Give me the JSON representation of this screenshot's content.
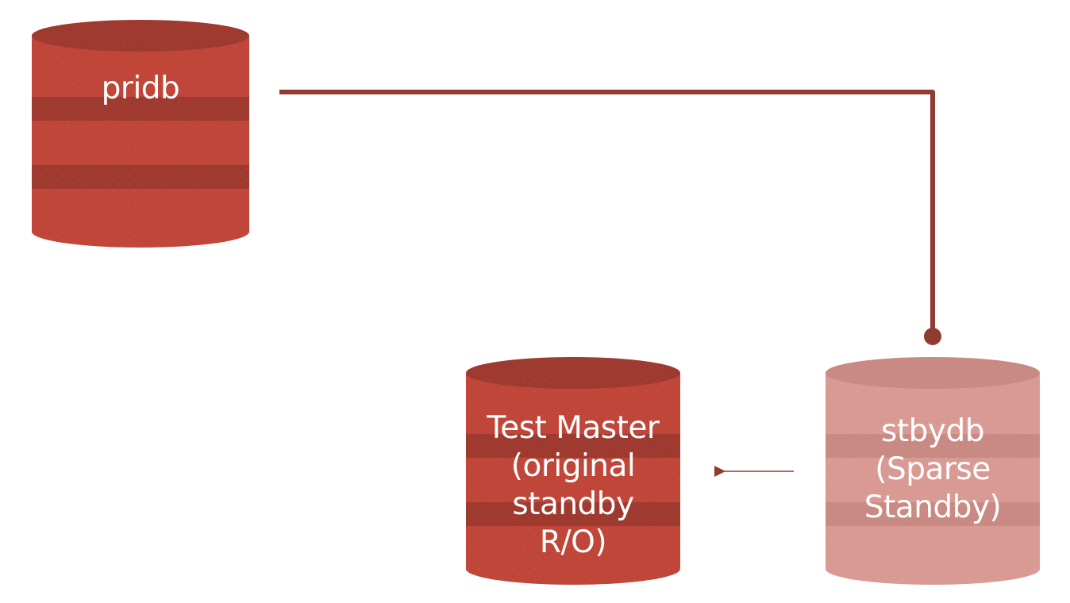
{
  "databases": {
    "pridb": {
      "label": "pridb",
      "color": "#c0463a",
      "band_color": "#9e3a30"
    },
    "test_master": {
      "label": "Test Master\n(original\nstandby\nR/O)",
      "color": "#c0463a",
      "band_color": "#9e3a30"
    },
    "stbydb": {
      "label": "stbydb\n(Sparse\nStandby)",
      "color": "#d99a94",
      "band_color": "#c98a84"
    }
  },
  "connector_color": "#923b31"
}
